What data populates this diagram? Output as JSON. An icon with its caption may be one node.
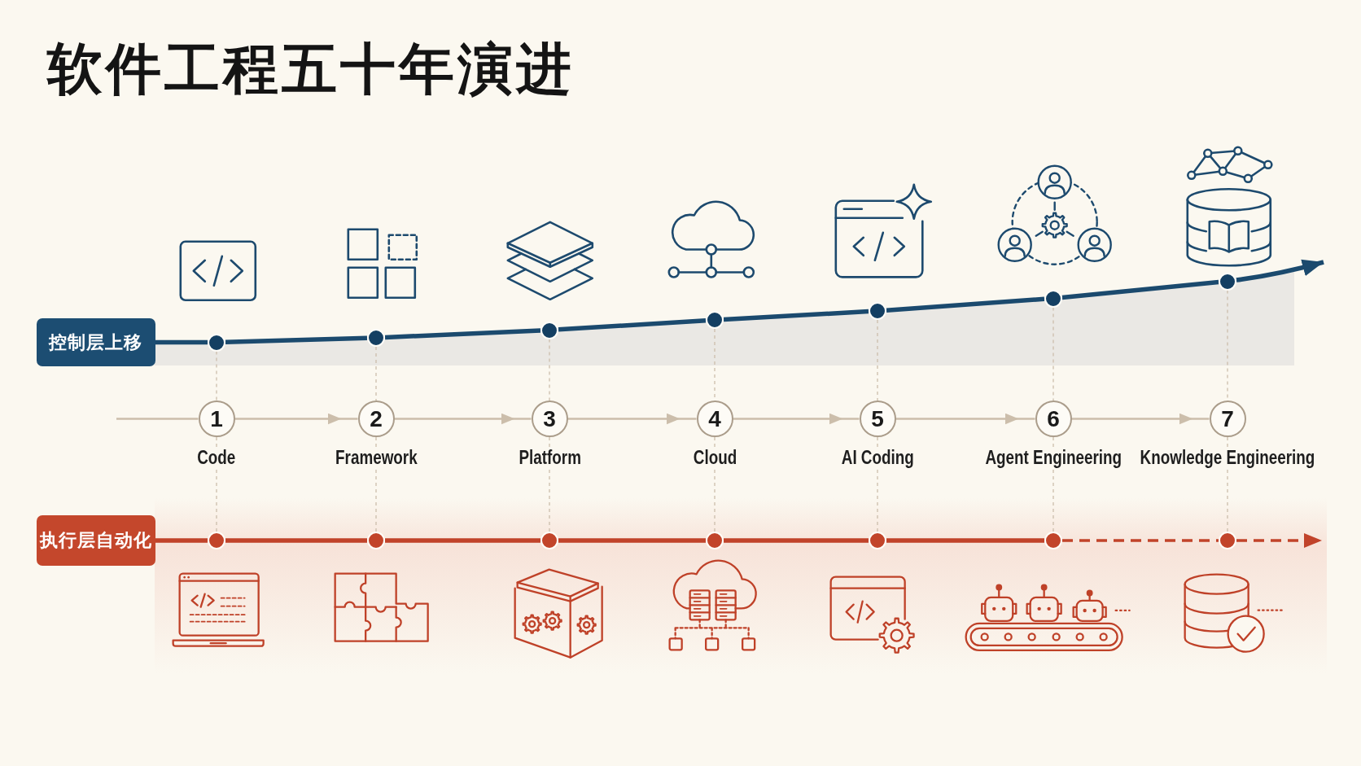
{
  "diagram": {
    "title": "软件工程五十年演进",
    "nodes": [
      {
        "text": [
          "控制层上移"
        ]
      },
      {
        "text": [],
        "shape": "circle"
      },
      {
        "text": [],
        "shape": "circle"
      },
      {
        "text": [],
        "shape": "circle"
      },
      {
        "text": [],
        "shape": "circle"
      },
      {
        "text": [],
        "shape": "circle"
      },
      {
        "text": [],
        "shape": "circle"
      },
      {
        "text": [],
        "shape": "circle"
      },
      {
        "text": [
          "1"
        ],
        "beside": [
          "Code"
        ]
      },
      {
        "text": [
          "2"
        ],
        "beside": [
          "Framework"
        ]
      },
      {
        "text": [
          "3"
        ],
        "beside": [
          "Platform"
        ]
      },
      {
        "text": [
          "4"
        ],
        "beside": [
          "Cloud"
        ]
      },
      {
        "text": [
          "5"
        ],
        "beside": [
          "AI Coding"
        ]
      },
      {
        "text": [
          "6"
        ],
        "beside": [
          "Agent Engineering"
        ]
      },
      {
        "text": [
          "7"
        ],
        "beside": [
          "Knowledge Engineering"
        ]
      },
      {
        "text": [
          "执行层自动化"
        ]
      },
      {
        "text": [],
        "shape": "circle"
      },
      {
        "text": [],
        "shape": "circle"
      },
      {
        "text": [],
        "shape": "circle"
      },
      {
        "text": [],
        "shape": "circle"
      },
      {
        "text": [],
        "shape": "circle"
      },
      {
        "text": [],
        "shape": "circle"
      },
      {
        "text": [],
        "shape": "circle"
      }
    ],
    "edges": [
      {
        "from": 0,
        "to": 1,
        "arrow": "none",
        "style": "thick",
        "color": "#1b4a6e"
      },
      {
        "from": 1,
        "to": 2,
        "arrow": "none",
        "style": "thick",
        "color": "#1b4a6e"
      },
      {
        "from": 2,
        "to": 3,
        "arrow": "none",
        "style": "thick",
        "color": "#1b4a6e"
      },
      {
        "from": 3,
        "to": 4,
        "arrow": "none",
        "style": "thick",
        "color": "#1b4a6e"
      },
      {
        "from": 4,
        "to": 5,
        "arrow": "none",
        "style": "thick",
        "color": "#1b4a6e"
      },
      {
        "from": 5,
        "to": 6,
        "arrow": "none",
        "style": "thick",
        "color": "#1b4a6e"
      },
      {
        "from": 6,
        "to": 7,
        "arrow": "none",
        "style": "thick",
        "color": "#1b4a6e"
      },
      {
        "from": 7,
        "to": null,
        "arrow": "to",
        "style": "thick",
        "color": "#1b4a6e"
      },
      {
        "from": null,
        "to": 8,
        "arrow": "none"
      },
      {
        "from": 8,
        "to": 9,
        "arrow": "to"
      },
      {
        "from": 9,
        "to": 10,
        "arrow": "to"
      },
      {
        "from": 10,
        "to": 11,
        "arrow": "to"
      },
      {
        "from": 11,
        "to": 12,
        "arrow": "to"
      },
      {
        "from": 12,
        "to": 13,
        "arrow": "to"
      },
      {
        "from": 13,
        "to": 14,
        "arrow": "to"
      },
      {
        "from": 15,
        "to": 16,
        "arrow": "none",
        "style": "thick",
        "color": "#c1432a"
      },
      {
        "from": 16,
        "to": 17,
        "arrow": "none",
        "style": "thick",
        "color": "#c1432a"
      },
      {
        "from": 17,
        "to": 18,
        "arrow": "none",
        "style": "thick",
        "color": "#c1432a"
      },
      {
        "from": 18,
        "to": 19,
        "arrow": "none",
        "style": "thick",
        "color": "#c1432a"
      },
      {
        "from": 19,
        "to": 20,
        "arrow": "none",
        "style": "thick",
        "color": "#c1432a"
      },
      {
        "from": 20,
        "to": 21,
        "arrow": "none",
        "style": "thick",
        "color": "#c1432a"
      },
      {
        "from": 21,
        "to": 22,
        "arrow": "none",
        "style": "dashed",
        "color": "#c1432a"
      },
      {
        "from": 22,
        "to": null,
        "arrow": "to",
        "style": "dashed",
        "color": "#c1432a"
      },
      {
        "from": 1,
        "to": 8,
        "arrow": "none",
        "style": "dashed"
      },
      {
        "from": 8,
        "to": 16,
        "arrow": "none",
        "style": "dashed"
      },
      {
        "from": 2,
        "to": 9,
        "arrow": "none",
        "style": "dashed"
      },
      {
        "from": 9,
        "to": 17,
        "arrow": "none",
        "style": "dashed"
      },
      {
        "from": 3,
        "to": 10,
        "arrow": "none",
        "style": "dashed"
      },
      {
        "from": 10,
        "to": 18,
        "arrow": "none",
        "style": "dashed"
      },
      {
        "from": 4,
        "to": 11,
        "arrow": "none",
        "style": "dashed"
      },
      {
        "from": 11,
        "to": 19,
        "arrow": "none",
        "style": "dashed"
      },
      {
        "from": 5,
        "to": 12,
        "arrow": "none",
        "style": "dashed"
      },
      {
        "from": 12,
        "to": 20,
        "arrow": "none",
        "style": "dashed"
      },
      {
        "from": 6,
        "to": 13,
        "arrow": "none",
        "style": "dashed"
      },
      {
        "from": 13,
        "to": 21,
        "arrow": "none",
        "style": "dashed"
      },
      {
        "from": 7,
        "to": 14,
        "arrow": "none",
        "style": "dashed"
      },
      {
        "from": 14,
        "to": 22,
        "arrow": "none",
        "style": "dashed"
      }
    ]
  }
}
